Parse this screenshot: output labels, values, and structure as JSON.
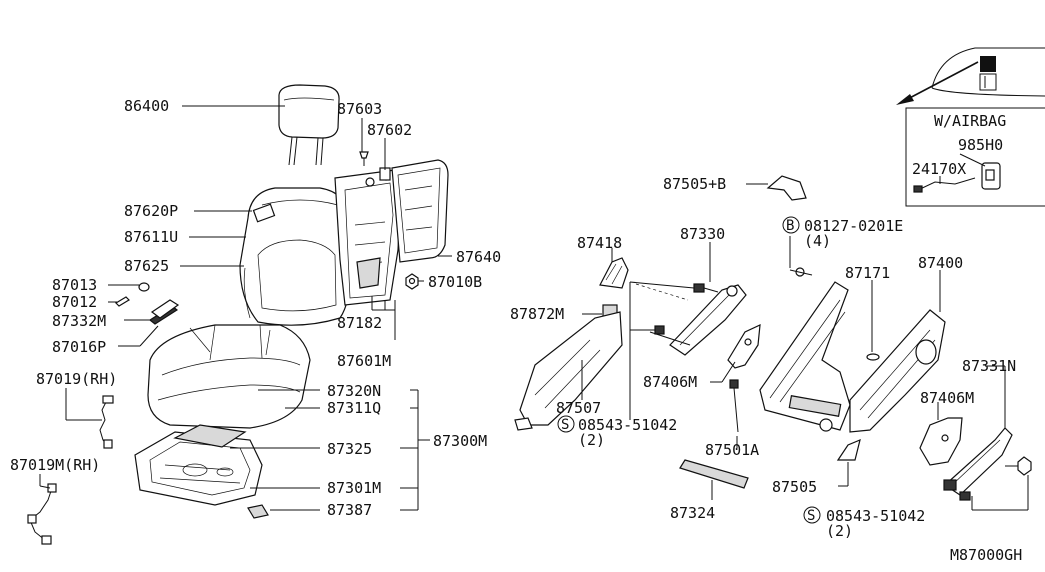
{
  "labels": {
    "p86400": "86400",
    "p87603": "87603",
    "p87602": "87602",
    "p87620P": "87620P",
    "p87611U": "87611U",
    "p87640": "87640",
    "p87625": "87625",
    "p87010B": "87010B",
    "p87013": "87013",
    "p87012": "87012",
    "p87332M": "87332M",
    "p87182": "87182",
    "p87016P": "87016P",
    "p87601M": "87601M",
    "p87019RH": "87019(RH)",
    "p87320N": "87320N",
    "p87311Q": "87311Q",
    "p87300M": "87300M",
    "p87325": "87325",
    "p87019MRH": "87019M(RH)",
    "p87301M": "87301M",
    "p87387": "87387",
    "p87505B": "87505+B",
    "p08127": "08127-0201E",
    "p08127qty": "(4)",
    "p87418": "87418",
    "p87330": "87330",
    "p87171": "87171",
    "p87400": "87400",
    "p87872M": "87872M",
    "p87406M_a": "87406M",
    "p87331N": "87331N",
    "p87507": "87507",
    "p87406M_b": "87406M",
    "p08543_a": "08543-51042",
    "p08543_a_qty": "(2)",
    "p87501A": "87501A",
    "p87505": "87505",
    "p87324": "87324",
    "p08543_b": "08543-51042",
    "p08543_b_qty": "(2)",
    "airbag_title": "W/AIRBAG",
    "p985H0": "985H0",
    "p24170X": "24170X",
    "symbol_b": "B",
    "symbol_s": "S",
    "diagram_code": "M87000GH"
  }
}
